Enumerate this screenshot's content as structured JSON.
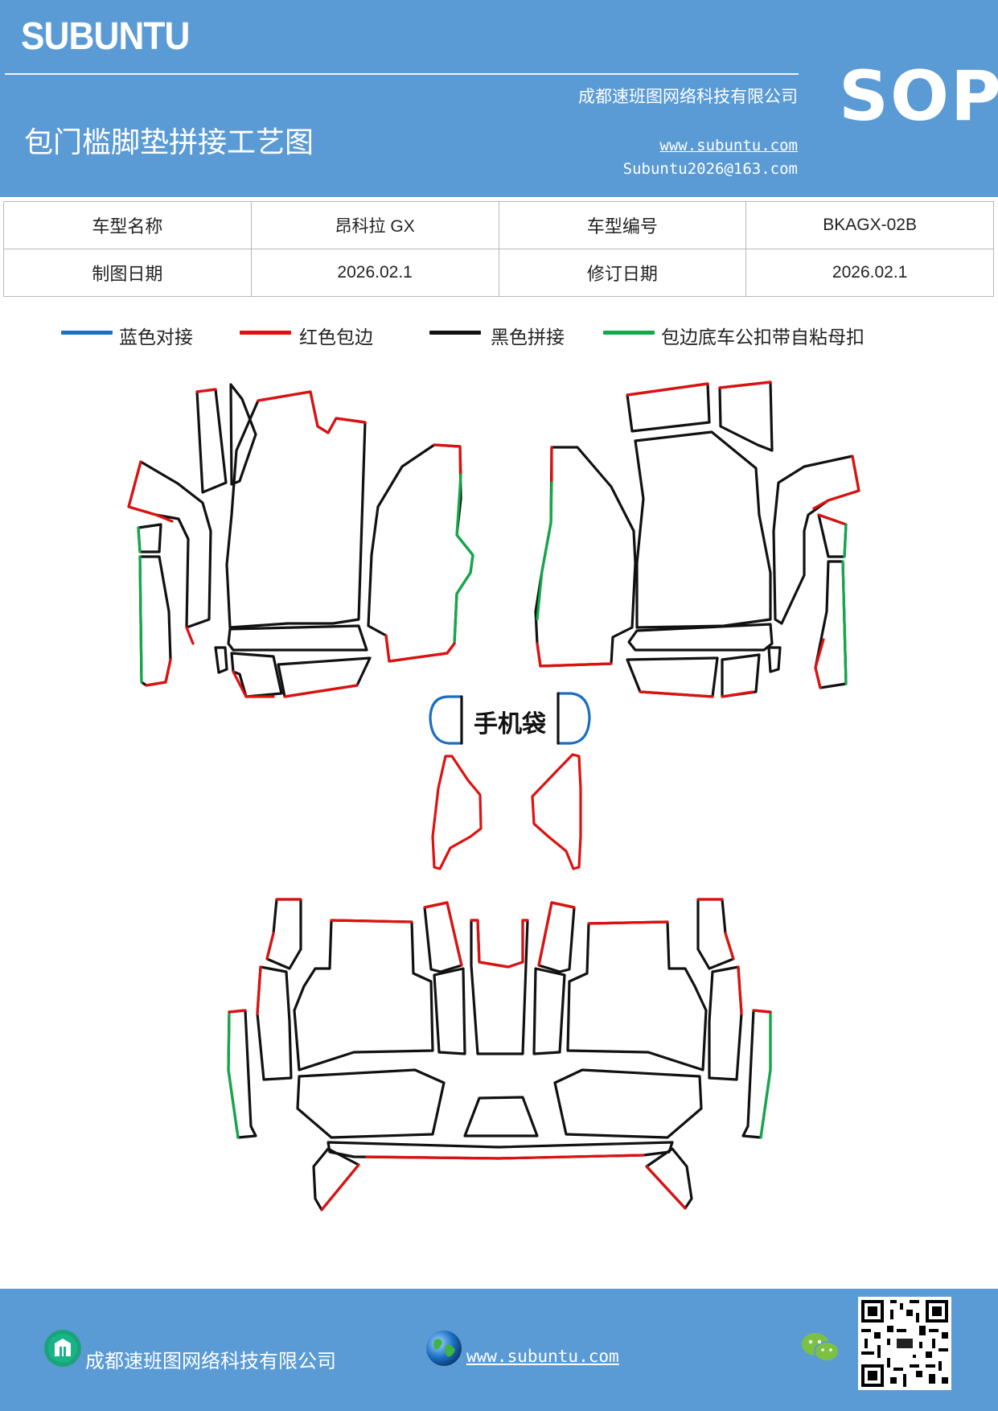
{
  "header": {
    "brand": "SUBUNTU",
    "company": "成都速班图网络科技有限公司",
    "title": "包门槛脚垫拼接工艺图",
    "website": "www.subuntu.com",
    "email": "Subuntu2026@163.com",
    "badge": "SOP"
  },
  "info_table": {
    "rows": [
      [
        {
          "label": "车型名称"
        },
        {
          "value": "昂科拉 GX"
        },
        {
          "label": "车型编号"
        },
        {
          "value": "BKAGX-02B"
        }
      ],
      [
        {
          "label": "制图日期"
        },
        {
          "value": "2026.02.1"
        },
        {
          "label": "修订日期"
        },
        {
          "value": "2026.02.1"
        }
      ]
    ]
  },
  "legend": [
    {
      "label": "蓝色对接",
      "color": "#1a6fc0"
    },
    {
      "label": "红色包边",
      "color": "#e01010"
    },
    {
      "label": "黑色拼接",
      "color": "#111111"
    },
    {
      "label": "包边底车公扣带自粘母扣",
      "color": "#13a84a"
    }
  ],
  "diagram": {
    "phone_pocket_label": "手机袋"
  },
  "footer": {
    "company": "成都速班图网络科技有限公司",
    "website": "www.subuntu.com"
  },
  "icons": [
    "building-icon",
    "globe-icon",
    "wechat-icon",
    "qr-code"
  ]
}
